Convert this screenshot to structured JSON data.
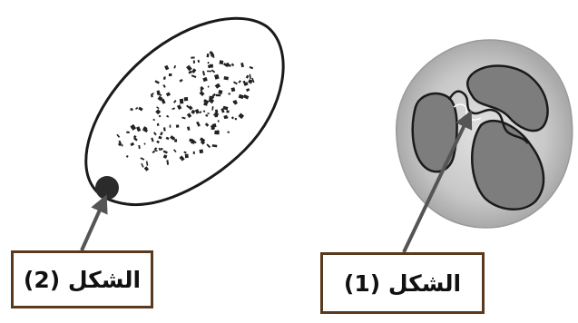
{
  "figures": [
    {
      "id": "figure-2",
      "label": "الشكل (2)"
    },
    {
      "id": "figure-1",
      "label": "الشكل (1)"
    }
  ],
  "colors": {
    "outline": "#1a1a1a",
    "cell_halo": "#bdbdbd",
    "nucleus_fill": "#7d7d7d",
    "speckle": "#222222",
    "arrow": "#555555",
    "box_border": "#5a3a1e"
  }
}
